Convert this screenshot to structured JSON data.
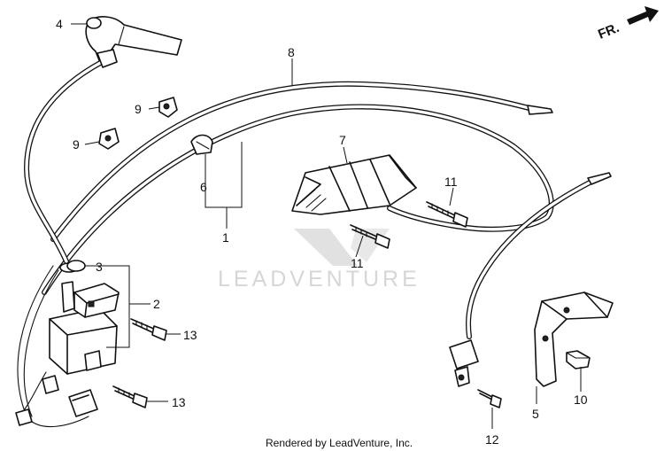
{
  "watermark": {
    "text": "LEADVENTURE",
    "logo_icon": "leadventure-v-logo-icon"
  },
  "footer": {
    "text": "Rendered by LeadVenture, Inc."
  },
  "direction_indicator": {
    "text": "FR.",
    "icon": "front-direction-arrow-icon"
  },
  "callouts": [
    {
      "id": "c4",
      "label": "4"
    },
    {
      "id": "c8",
      "label": "8"
    },
    {
      "id": "c9a",
      "label": "9"
    },
    {
      "id": "c9b",
      "label": "9"
    },
    {
      "id": "c7",
      "label": "7"
    },
    {
      "id": "c6",
      "label": "6"
    },
    {
      "id": "c1",
      "label": "1"
    },
    {
      "id": "c11a",
      "label": "11"
    },
    {
      "id": "c11b",
      "label": "11"
    },
    {
      "id": "c3",
      "label": "3"
    },
    {
      "id": "c2",
      "label": "2"
    },
    {
      "id": "c13a",
      "label": "13"
    },
    {
      "id": "c13b",
      "label": "13"
    },
    {
      "id": "c5",
      "label": "5"
    },
    {
      "id": "c10",
      "label": "10"
    },
    {
      "id": "c12",
      "label": "12"
    }
  ]
}
